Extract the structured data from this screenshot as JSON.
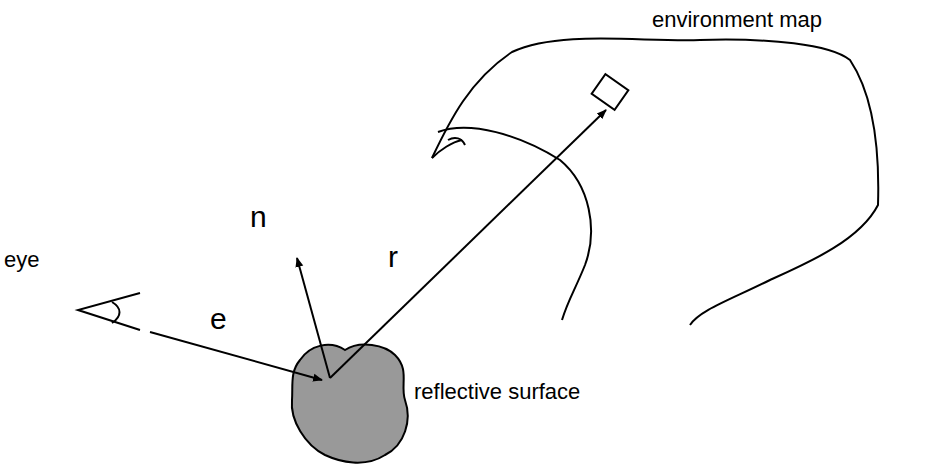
{
  "diagram": {
    "labels": [
      "environment map",
      "eye",
      "n",
      "e",
      "r",
      "reflective surface"
    ]
  }
}
